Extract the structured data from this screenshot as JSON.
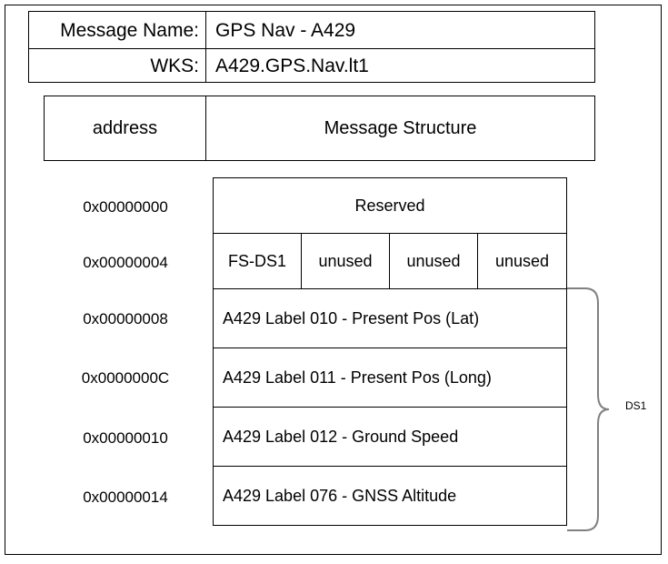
{
  "header": {
    "rows": [
      {
        "label": "Message Name:",
        "value": "GPS Nav - A429"
      },
      {
        "label": "WKS:",
        "value": "A429.GPS.Nav.lt1"
      }
    ]
  },
  "column_headers": {
    "address": "address",
    "structure": "Message Structure"
  },
  "addresses": [
    "0x00000000",
    "0x00000004",
    "0x00000008",
    "0x0000000C",
    "0x00000010",
    "0x00000014"
  ],
  "structure_rows": [
    {
      "kind": "single",
      "text": "Reserved"
    },
    {
      "kind": "split",
      "cells": [
        "FS-DS1",
        "unused",
        "unused",
        "unused"
      ]
    },
    {
      "kind": "single",
      "text": "A429 Label 010 - Present Pos (Lat)"
    },
    {
      "kind": "single",
      "text": "A429 Label 011 - Present Pos (Long)"
    },
    {
      "kind": "single",
      "text": "A429 Label 012 - Ground Speed"
    },
    {
      "kind": "single",
      "text": "A429 Label 076 - GNSS Altitude"
    }
  ],
  "annotation": {
    "brace_label": "DS1",
    "brace_color": "#808080"
  },
  "colors": {
    "line": "#000000",
    "background": "#ffffff",
    "text": "#000000"
  }
}
